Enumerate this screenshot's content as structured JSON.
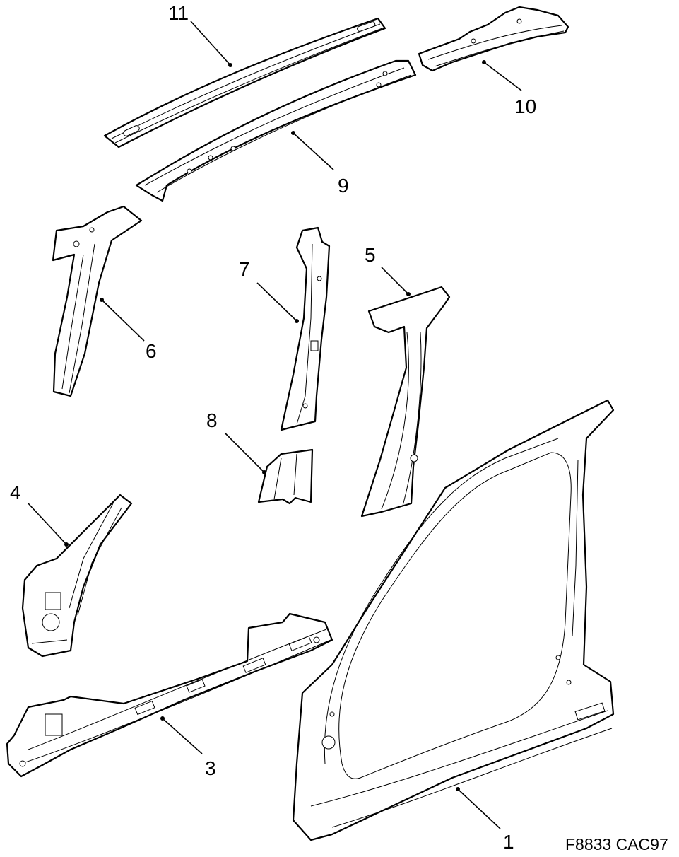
{
  "parts": [
    {
      "id": "p1",
      "label": "1"
    },
    {
      "id": "p3",
      "label": "3"
    },
    {
      "id": "p4",
      "label": "4"
    },
    {
      "id": "p5",
      "label": "5"
    },
    {
      "id": "p6",
      "label": "6"
    },
    {
      "id": "p7",
      "label": "7"
    },
    {
      "id": "p8",
      "label": "8"
    },
    {
      "id": "p9",
      "label": "9"
    },
    {
      "id": "p10",
      "label": "10"
    },
    {
      "id": "p11",
      "label": "11"
    }
  ],
  "reference_code": "F8833 CAC97"
}
